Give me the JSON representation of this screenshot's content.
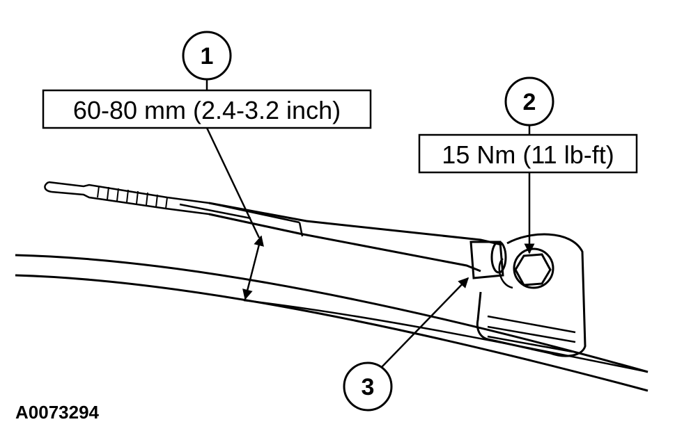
{
  "callouts": [
    {
      "number": "1",
      "label": "60-80 mm (2.4-3.2 inch)"
    },
    {
      "number": "2",
      "label": "15 Nm (11 lb-ft)"
    },
    {
      "number": "3"
    }
  ],
  "figure_id": "A0073294",
  "colors": {
    "ink": "#000000",
    "paper": "#ffffff"
  }
}
